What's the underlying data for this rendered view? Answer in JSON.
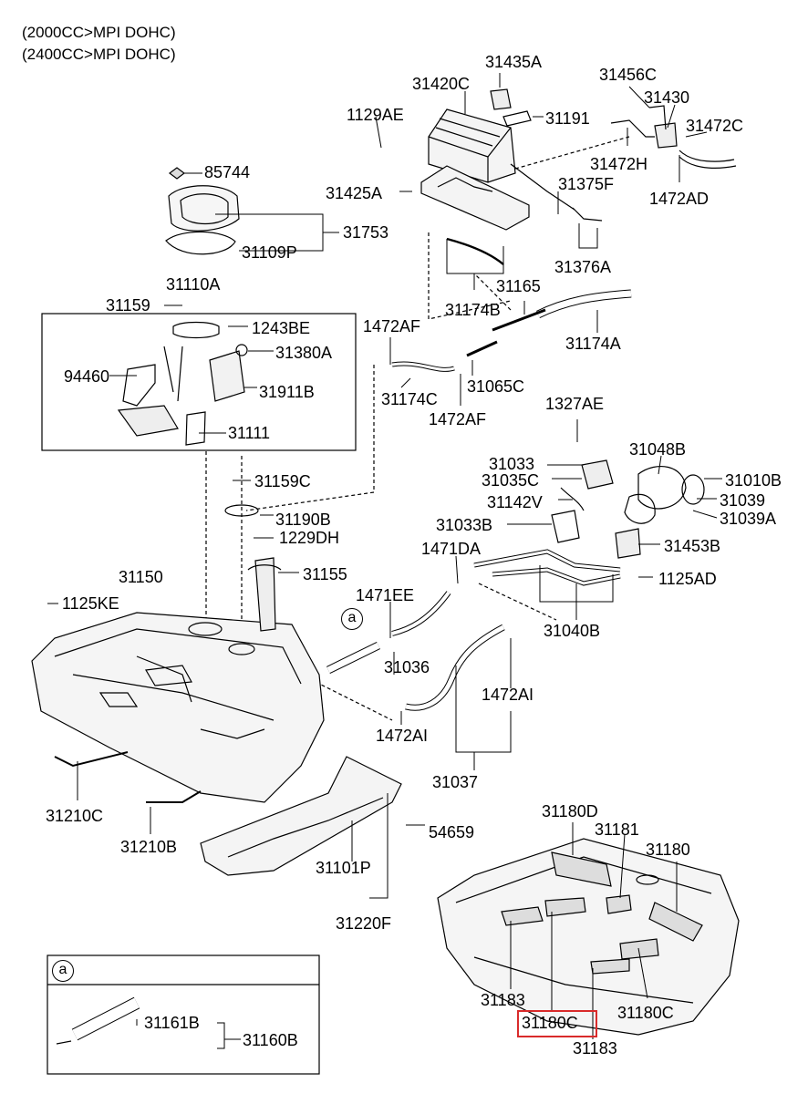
{
  "header": {
    "line1": "(2000CC>MPI DOHC)",
    "line2": "(2400CC>MPI DOHC)"
  },
  "labels": {
    "l31435A": "31435A",
    "l31420C": "31420C",
    "l1129AE": "1129AE",
    "l31191": "31191",
    "l31456C": "31456C",
    "l31430": "31430",
    "l31472C": "31472C",
    "l31472H": "31472H",
    "l31375F": "31375F",
    "l1472AD": "1472AD",
    "l31425A": "31425A",
    "l31376A": "31376A",
    "l85744": "85744",
    "l31753": "31753",
    "l31109P": "31109P",
    "l31110A": "31110A",
    "l31159": "31159",
    "l1243BE": "1243BE",
    "l31380A": "31380A",
    "l94460": "94460",
    "l31911B": "31911B",
    "l31111": "31111",
    "l31165": "31165",
    "l31174B": "31174B",
    "l31174A": "31174A",
    "l1472AF_a": "1472AF",
    "l31174C": "31174C",
    "l31065C": "31065C",
    "l1472AF_b": "1472AF",
    "l1327AE": "1327AE",
    "l31048B": "31048B",
    "l31033": "31033",
    "l31035C": "31035C",
    "l31010B": "31010B",
    "l31142V": "31142V",
    "l31039": "31039",
    "l31039A": "31039A",
    "l31159C": "31159C",
    "l31190B": "31190B",
    "l31033B": "31033B",
    "l1229DH": "1229DH",
    "l1471DA": "1471DA",
    "l31453B": "31453B",
    "l31150": "31150",
    "l31155": "31155",
    "l1125AD": "1125AD",
    "l1125KE": "1125KE",
    "l1471EE": "1471EE",
    "l31040B": "31040B",
    "l31036": "31036",
    "l1472AI_a": "1472AI",
    "l1472AI_b": "1472AI",
    "l31037": "31037",
    "l31210C": "31210C",
    "l31210B": "31210B",
    "l54659": "54659",
    "l31101P": "31101P",
    "l31220F": "31220F",
    "l31180D": "31180D",
    "l31181": "31181",
    "l31180": "31180",
    "l31183_a": "31183",
    "l31180C_a": "31180C",
    "l31180C_b": "31180C",
    "l31183_b": "31183",
    "l31161B": "31161B",
    "l31160B": "31160B"
  },
  "callouts": {
    "main": "a",
    "inset": "a"
  },
  "highlight": {
    "part": "31180C",
    "color": "#d92b2b"
  }
}
